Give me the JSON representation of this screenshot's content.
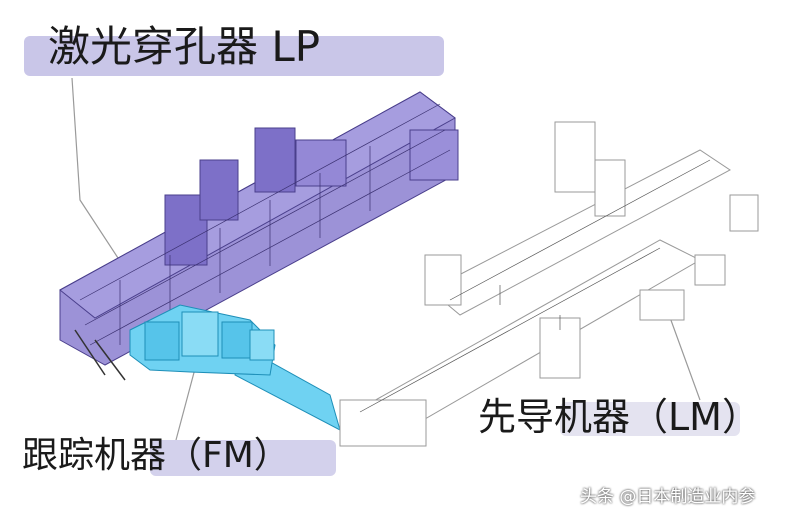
{
  "labels": {
    "lp": "激光穿孔器 LP",
    "fm": "跟踪机器（FM）",
    "lm": "先导机器（LM）"
  },
  "watermark": "头条 @日本制造业内参",
  "colors": {
    "lp_machine": "#8b7fd0",
    "lp_machine_dark": "#4a3f8c",
    "fm_machine": "#6fd2f2",
    "fm_machine_dark": "#1e8fb8",
    "lm_outline": "#9a9a9a",
    "label_bg": "#c9c6e8",
    "leader_line": "#9a9a9a"
  }
}
